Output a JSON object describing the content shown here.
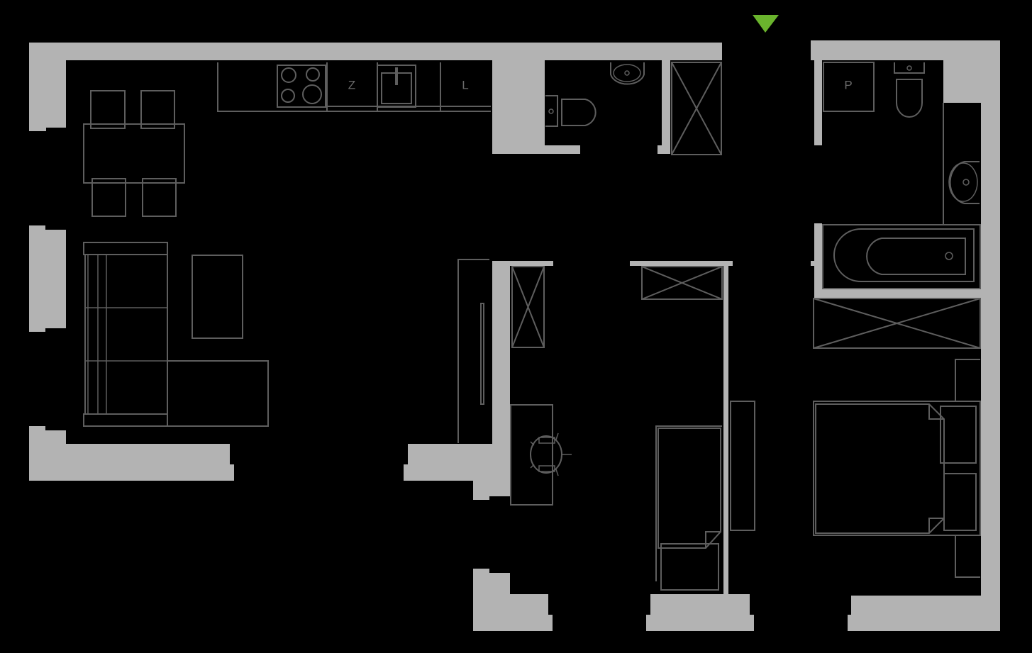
{
  "plan": {
    "background": "#000000",
    "wall_color": "#b3b3b3",
    "furniture_color": "#5e5e5e",
    "entrance_marker_color": "#6ab42d",
    "entrance_marker": "triangle-down"
  },
  "labels": {
    "fridge": "Z",
    "dishwasher": "L",
    "washer": "P"
  },
  "rooms": [
    {
      "name": "living-kitchen",
      "items": [
        "kitchen-counter",
        "cooktop",
        "sink",
        "fridge",
        "dishwasher",
        "dining-table",
        "dining-chairs",
        "corner-sofa",
        "coffee-table"
      ]
    },
    {
      "name": "wc",
      "items": [
        "toilet",
        "washbasin"
      ]
    },
    {
      "name": "hall",
      "items": [
        "wardrobe",
        "storage"
      ]
    },
    {
      "name": "study",
      "items": [
        "desk",
        "office-chair",
        "wardrobe"
      ]
    },
    {
      "name": "bedroom-single",
      "items": [
        "single-bed",
        "wardrobe",
        "shelf"
      ]
    },
    {
      "name": "bathroom",
      "items": [
        "washing-machine",
        "toilet",
        "washbasin",
        "bathtub"
      ]
    },
    {
      "name": "bedroom-double",
      "items": [
        "double-bed",
        "nightstands",
        "wardrobe"
      ]
    }
  ]
}
